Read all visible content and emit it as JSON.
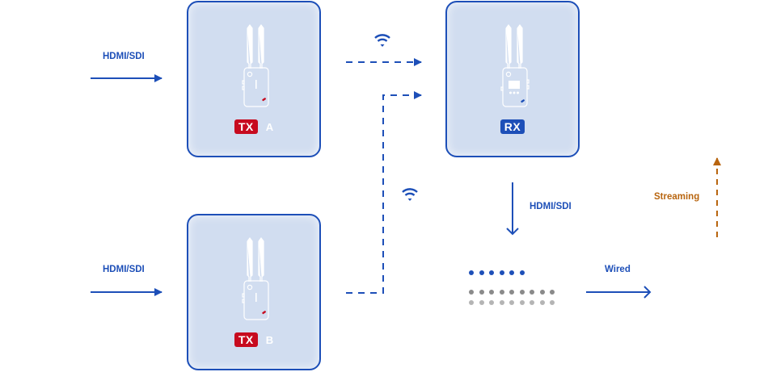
{
  "diagram": {
    "title": "Wireless video transmission: two transmitters to one receiver",
    "colors": {
      "primary_blue": "#1d4fb8",
      "tx_red": "#c70b1f",
      "streaming_orange": "#b8650f",
      "card_fill": "#d1ddf0",
      "dot_dark_gray": "#8a8a8a",
      "dot_light_gray": "#b4b4b4"
    },
    "nodes": [
      {
        "id": "tx-a",
        "badge": "TX",
        "suffix": "A",
        "icon": "transmitter-device-icon"
      },
      {
        "id": "rx",
        "badge": "RX",
        "suffix": "",
        "icon": "receiver-device-icon"
      },
      {
        "id": "tx-b",
        "badge": "TX",
        "suffix": "B",
        "icon": "transmitter-device-icon"
      }
    ],
    "edges": [
      {
        "from": "source-a",
        "to": "tx-a",
        "label": "HDMI/SDI",
        "style": "solid"
      },
      {
        "from": "source-b",
        "to": "tx-b",
        "label": "HDMI/SDI",
        "style": "solid"
      },
      {
        "from": "tx-a",
        "to": "rx",
        "label": "",
        "icon": "wifi-icon",
        "style": "dashed"
      },
      {
        "from": "tx-b",
        "to": "rx",
        "label": "",
        "icon": "wifi-icon",
        "style": "dashed"
      },
      {
        "from": "rx",
        "to": "output",
        "label": "HDMI/SDI",
        "style": "solid"
      },
      {
        "from": "switch",
        "to": "network",
        "label": "Wired",
        "style": "solid"
      },
      {
        "from": "network",
        "to": "cloud",
        "label": "Streaming",
        "style": "dashed"
      }
    ],
    "labels": {
      "input_a": "HDMI/SDI",
      "input_b": "HDMI/SDI",
      "rx_output": "HDMI/SDI",
      "wired": "Wired",
      "streaming": "Streaming"
    },
    "dot_matrix": {
      "blue_count": 6,
      "gray_rows": 2,
      "gray_per_row": 9
    }
  }
}
